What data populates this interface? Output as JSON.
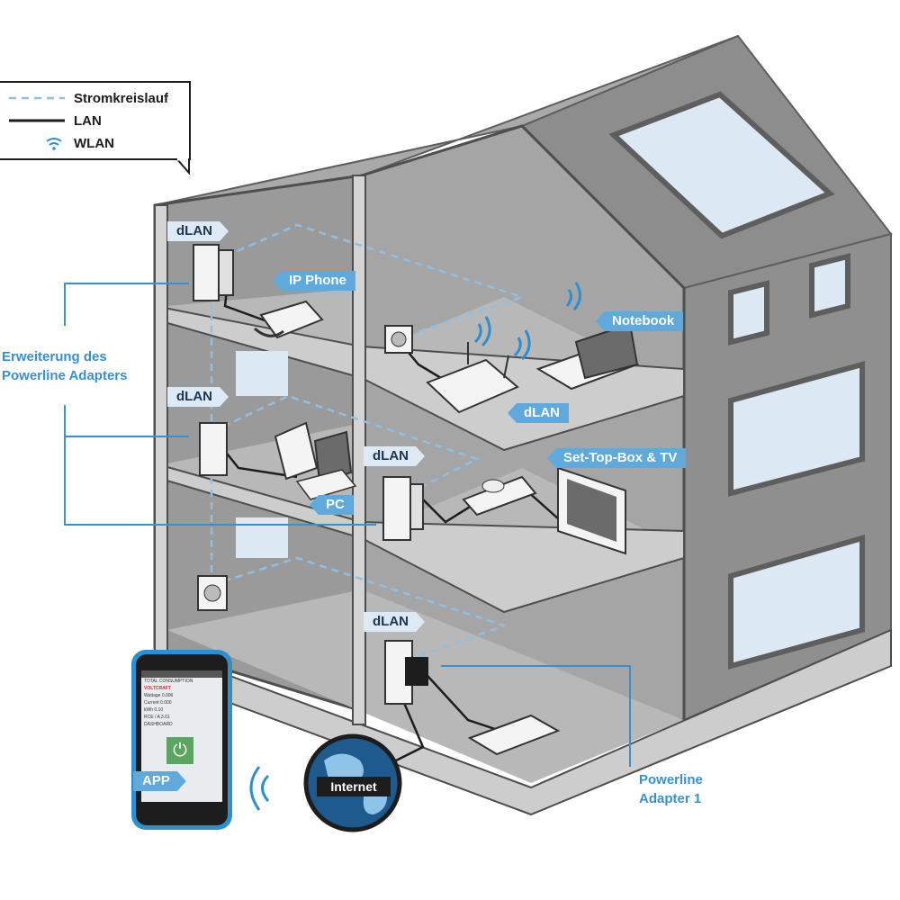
{
  "legend": {
    "items": [
      {
        "label": "Stromkreislauf",
        "style": "dashed",
        "color": "#8fbfe4"
      },
      {
        "label": "LAN",
        "style": "solid",
        "color": "#1d1d1d"
      },
      {
        "label": "WLAN",
        "style": "wifi-icon",
        "color": "#2c8fd0"
      }
    ]
  },
  "labels": {
    "dlan_top": "dLAN",
    "dlan_middle": "dLAN",
    "dlan_center": "dLAN",
    "dlan_router": "dLAN",
    "dlan_bottom": "dLAN",
    "ip_phone": "IP Phone",
    "notebook": "Notebook",
    "pc": "PC",
    "settop": "Set-Top-Box & TV",
    "app": "APP",
    "internet": "Internet"
  },
  "notes": {
    "extension_line1": "Erweiterung des",
    "extension_line2": "Powerline Adapters",
    "adapter_line1": "Powerline",
    "adapter_line2": "Adapter 1"
  },
  "phone_screen": {
    "title": "TOTAL CONSUMPTION",
    "brand": "VOLTCRAFT",
    "rows": [
      "Wattage 0.006",
      "Current 0.000",
      "kWh 0.10",
      "RCE / A 3.61"
    ],
    "dashboard": "DASHBOARD"
  },
  "colors": {
    "accent_blue": "#5fa9dc",
    "note_blue": "#3a8fd0",
    "house_dark": "#7a7a7a",
    "house_mid": "#9c9c9c",
    "house_light": "#c9c9c9",
    "floor": "#b4b4b4",
    "window_glass": "#dce9f5"
  }
}
